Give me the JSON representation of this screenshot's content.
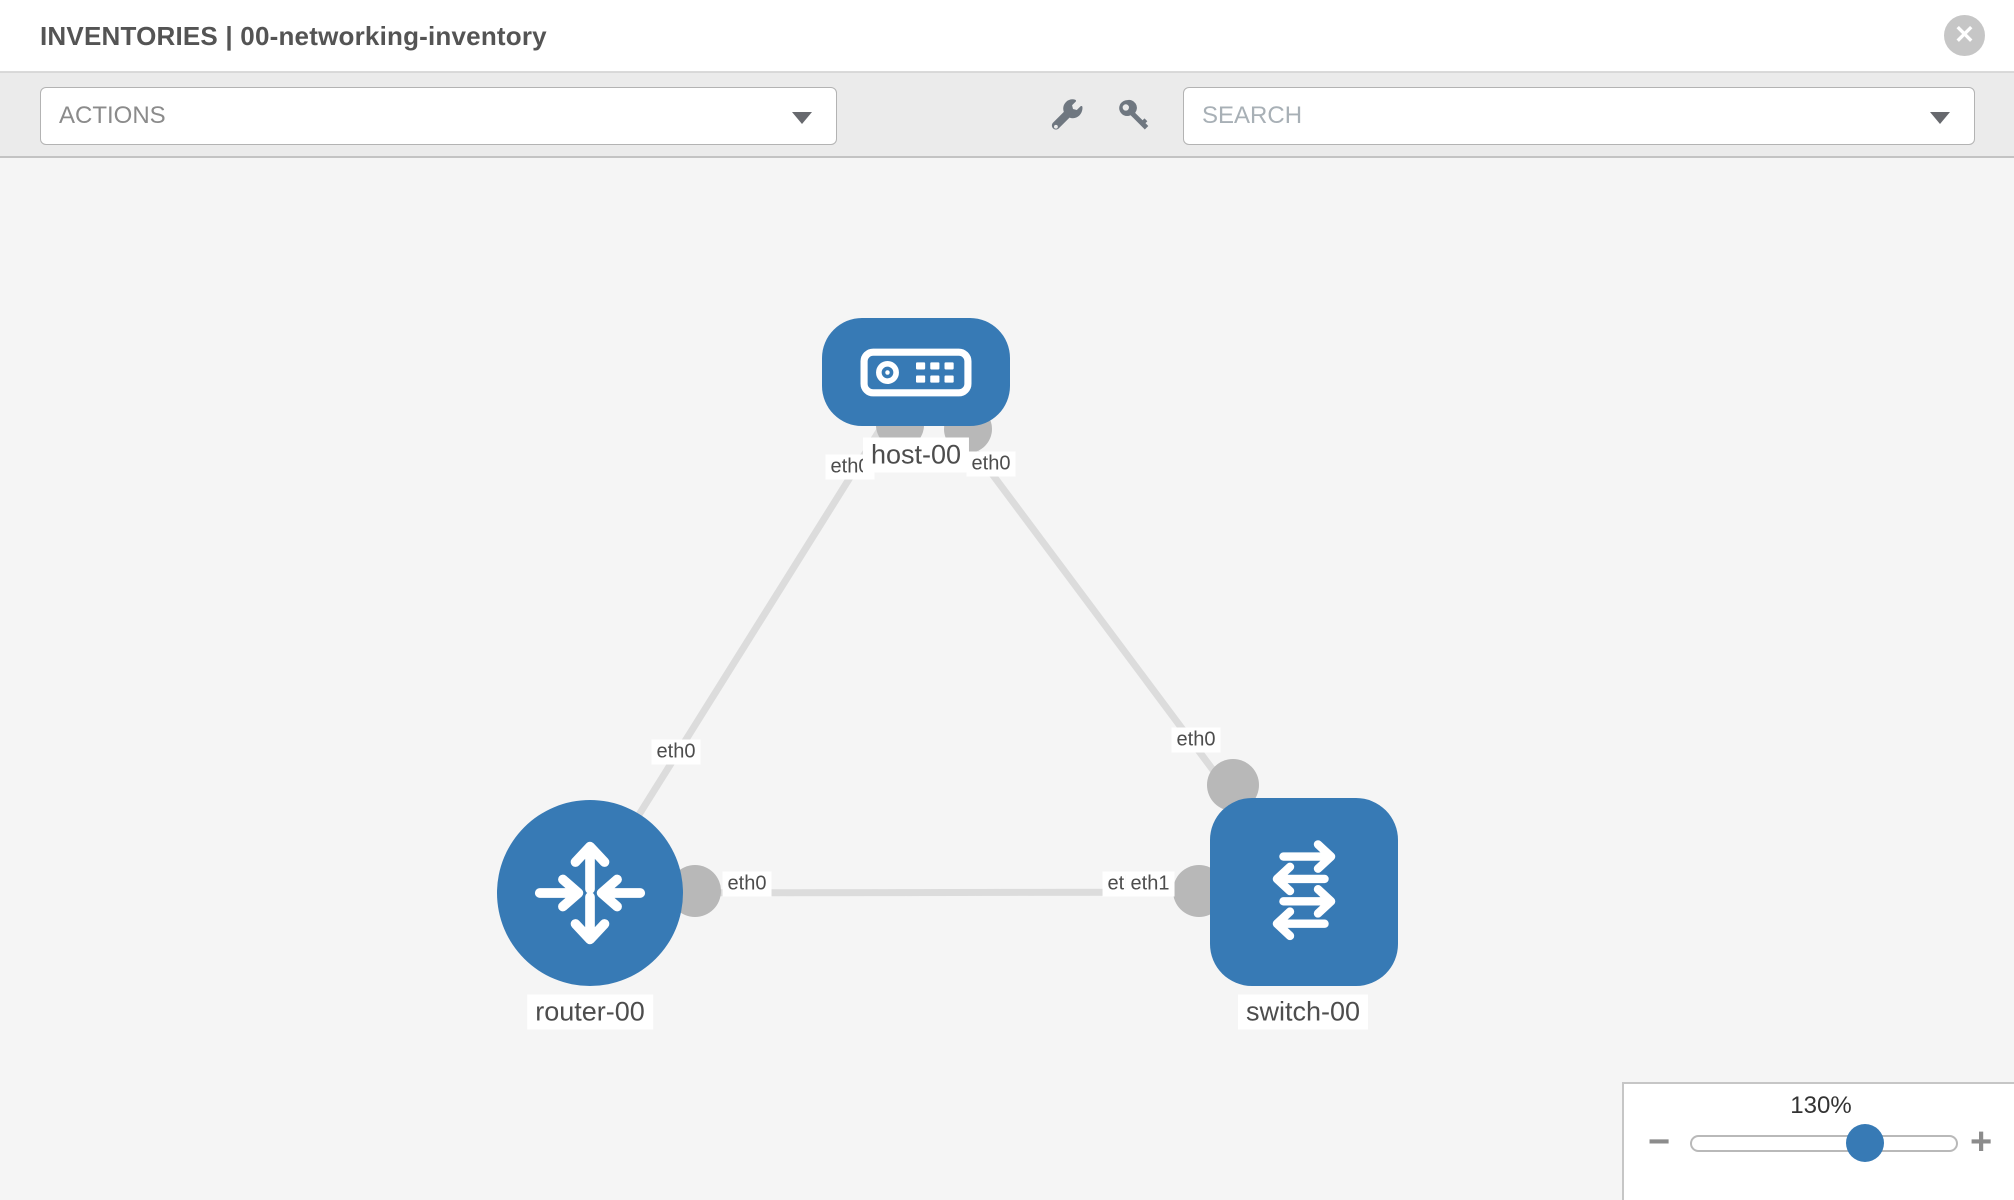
{
  "header": {
    "title": "INVENTORIES | 00-networking-inventory",
    "close_icon_glyph": "✕"
  },
  "toolbar": {
    "actions_label": "ACTIONS",
    "search_label": "SEARCH",
    "icons": [
      "wrench-icon",
      "key-icon"
    ]
  },
  "topology": {
    "nodes": [
      {
        "id": "host-00",
        "type": "host",
        "label": "host-00"
      },
      {
        "id": "router-00",
        "type": "router",
        "label": "router-00"
      },
      {
        "id": "switch-00",
        "type": "switch",
        "label": "switch-00"
      }
    ],
    "links": [
      {
        "from": "host-00",
        "to": "router-00",
        "from_interface": "eth0",
        "to_interface": "eth0"
      },
      {
        "from": "host-00",
        "to": "switch-00",
        "from_interface": "eth0",
        "to_interface": "eth0"
      },
      {
        "from": "router-00",
        "to": "switch-00",
        "from_interface": "eth0",
        "to_interface": "eth1"
      }
    ],
    "occluded_interface_label": "eth0"
  },
  "zoom_control": {
    "level": "130%",
    "minus_glyph": "−",
    "plus_glyph": "+"
  },
  "colors": {
    "node_blue": "#377ab5",
    "link_gray": "#dcdcdc",
    "interface_dot_gray": "#b8b8b8",
    "toolbar_bg": "#ebebeb",
    "canvas_bg": "#f5f5f5",
    "title_text": "#545454",
    "icon_gray": "#6f7780"
  }
}
